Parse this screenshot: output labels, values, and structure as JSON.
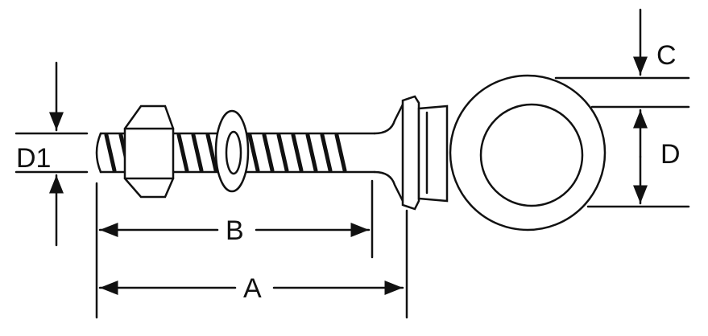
{
  "diagram": {
    "subject": "eye-bolt",
    "labels": {
      "d1": "D1",
      "b": "B",
      "a": "A",
      "c": "C",
      "d": "D"
    },
    "colors": {
      "ink": "#111111",
      "paper": "#ffffff"
    }
  }
}
